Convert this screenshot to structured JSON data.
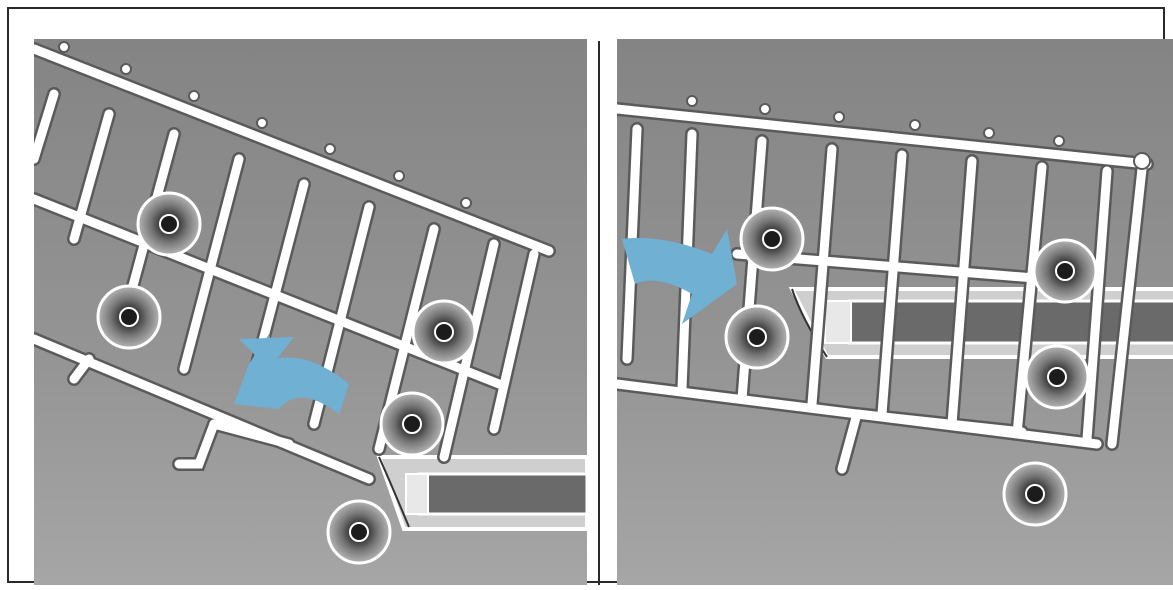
{
  "figure": {
    "panels": [
      {
        "id": "before",
        "description_icon": "basket-tilted-rotate-up"
      },
      {
        "id": "after",
        "description_icon": "basket-level-rotate-in"
      }
    ],
    "colors": {
      "background_gray": "#8e8e8e",
      "wire": "#ffffff",
      "wire_outline": "#5a5a5a",
      "arrow": "#6fb0d3",
      "roller": "#3a3a3a",
      "rail_dark": "#6a6a6a"
    }
  }
}
